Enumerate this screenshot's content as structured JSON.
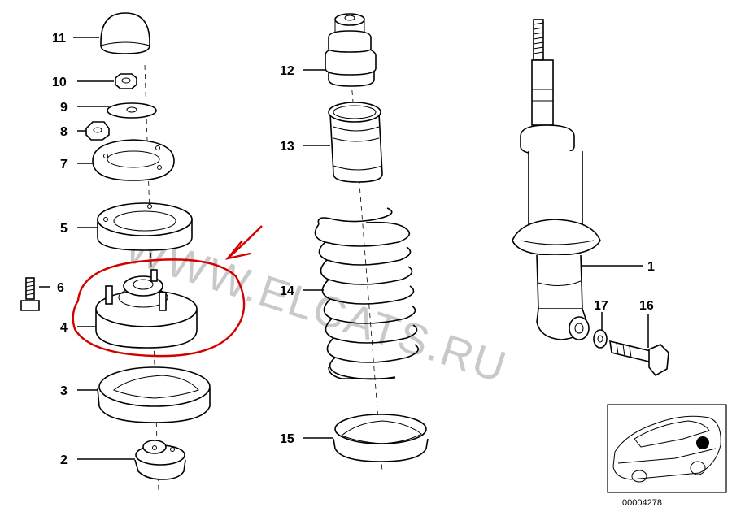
{
  "labels": {
    "p1": "1",
    "p2": "2",
    "p3": "3",
    "p4": "4",
    "p5": "5",
    "p6": "6",
    "p7": "7",
    "p8": "8",
    "p9": "9",
    "p10": "10",
    "p11": "11",
    "p12": "12",
    "p13": "13",
    "p14": "14",
    "p15": "15",
    "p16": "16",
    "p17": "17"
  },
  "watermark": "WWW.ELCATS.RU",
  "diagram_code": "00004278",
  "colors": {
    "highlight": "#d40000",
    "line": "#000000",
    "watermark": "#c9c9c9"
  }
}
